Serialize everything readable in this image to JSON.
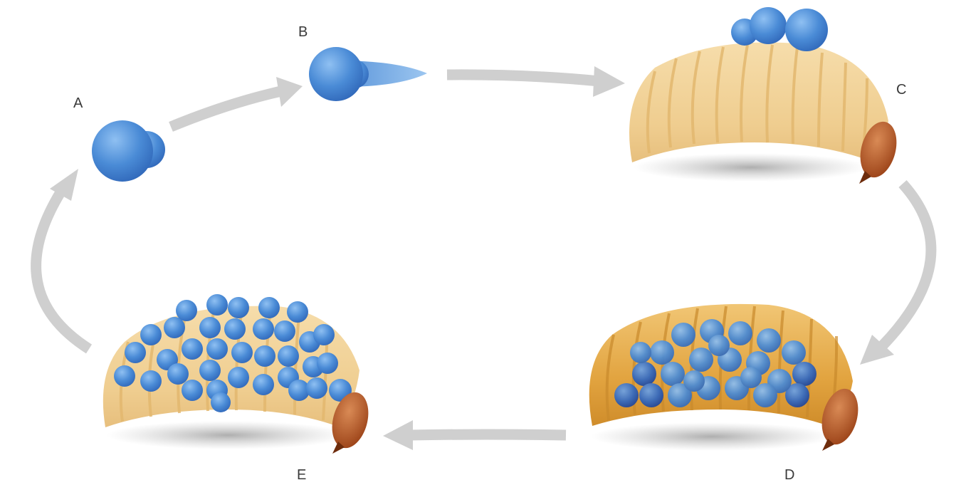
{
  "labels": {
    "a": "A",
    "b": "B",
    "c": "C",
    "d": "D",
    "e": "E"
  },
  "colors": {
    "arrow": "#cfcfcf",
    "spore_blue": "#3f7fd0",
    "larva_body": "#f0cf91",
    "larva_infected": "#e0a640",
    "larva_head": "#b85a25",
    "background": "#ffffff"
  }
}
